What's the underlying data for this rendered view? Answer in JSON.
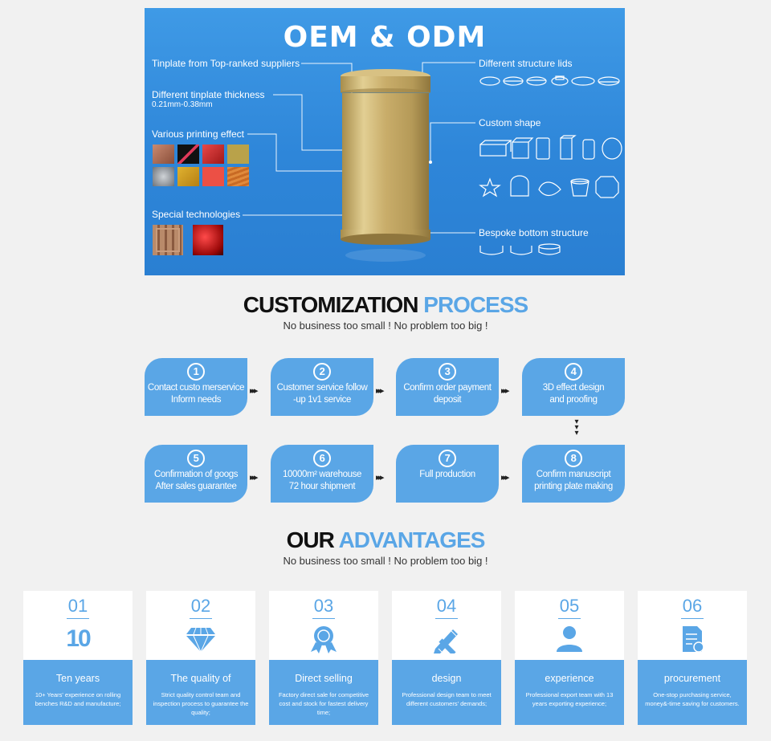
{
  "banner": {
    "title": "OEM & ODM",
    "labels": {
      "tinplate": "Tinplate from Top-ranked suppliers",
      "thickness": "Different tinplate thickness",
      "thickness_range": "0.21mm-0.38mm",
      "printing": "Various printing effect",
      "special": "Special technologies",
      "lids": "Different structure lids",
      "shape": "Custom shape",
      "bottom": "Bespoke bottom structure"
    },
    "swatch_colors": [
      "#b07058",
      "#1a1a1a",
      "#cf2a2a",
      "#b9a24a",
      "#8a8f95",
      "#d4a02a",
      "#e8443a",
      "#d9772e"
    ]
  },
  "process": {
    "title_dark": "CUSTOMIZATION",
    "title_blue": "PROCESS",
    "subtitle": "No business too small ! No problem too big !",
    "steps": [
      {
        "num": "1",
        "line1": "Contact custo merservice",
        "line2": "Inform needs"
      },
      {
        "num": "2",
        "line1": "Customer service follow",
        "line2": "-up 1v1 service"
      },
      {
        "num": "3",
        "line1": "Confirm order payment",
        "line2": "deposit"
      },
      {
        "num": "4",
        "line1": "3D effect design",
        "line2": "and proofing"
      },
      {
        "num": "5",
        "line1": "Confirmation of googs",
        "line2": "After sales guarantee"
      },
      {
        "num": "6",
        "line1": "10000m² warehouse",
        "line2": "72 hour shipment"
      },
      {
        "num": "7",
        "line1": "Full production",
        "line2": ""
      },
      {
        "num": "8",
        "line1": "Confirm manuscript",
        "line2": "printing plate making"
      }
    ],
    "arrow_glyph": "▸▸▸",
    "down_glyph": "▾"
  },
  "advantages": {
    "title_dark": "OUR",
    "title_blue": "ADVANTAGES",
    "subtitle": "No business too small ! No problem too big !",
    "cards": [
      {
        "num": "01",
        "icon_text": "10",
        "title": "Ten years",
        "desc": "10+ Years' experience on rolling benches R&D and manufacture;"
      },
      {
        "num": "02",
        "icon_text": "",
        "title": "The quality of",
        "desc": "Strict quality control team and inspection process to guarantee the quality;"
      },
      {
        "num": "03",
        "icon_text": "",
        "title": "Direct selling",
        "desc": "Factory direct sale for competitive cost and stock for fastest delivery time;"
      },
      {
        "num": "04",
        "icon_text": "",
        "title": "design",
        "desc": "Professional design team to meet different customers' demands;"
      },
      {
        "num": "05",
        "icon_text": "",
        "title": "experience",
        "desc": "Professional export team with 13 years exporting experience;"
      },
      {
        "num": "06",
        "icon_text": "",
        "title": "procurement",
        "desc": "One-stop purchasing service, money&-time saving for customers."
      }
    ]
  },
  "colors": {
    "accent": "#5aa6e6",
    "banner_blue": "#2e86d9",
    "gold": "#c9ad6a"
  }
}
